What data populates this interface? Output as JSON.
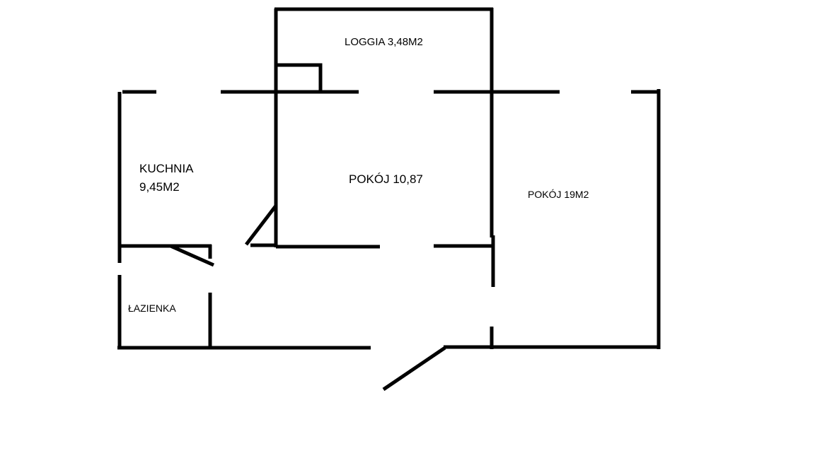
{
  "rooms": {
    "loggia": "LOGGIA 3,48M2",
    "kuchnia_line1": "KUCHNIA",
    "kuchnia_line2": "9,45M2",
    "pokoj_small": "POKÓJ 10,87",
    "pokoj_large": "POKÓJ 19M2",
    "lazienka": "ŁAZIENKA"
  },
  "colors": {
    "wall": "#000000",
    "background": "#ffffff"
  }
}
